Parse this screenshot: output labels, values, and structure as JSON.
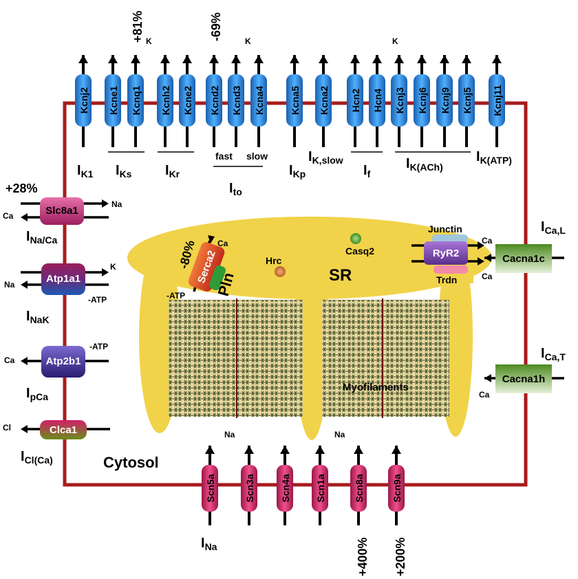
{
  "potassium_channels": [
    "Kcnj2",
    "Kcne1",
    "Kcnq1",
    "Kcnh2",
    "Kcne2",
    "Kcnd2",
    "Kcnd3",
    "Kcna4",
    "Kcna5",
    "Kcna2",
    "Hcn2",
    "Hcn4",
    "Kcnj3",
    "Kcnj6",
    "Kcnj9",
    "Kcnj5",
    "Kcnj11"
  ],
  "sodium_channels": [
    "Scn5a",
    "Scn3a",
    "Scn4a",
    "Scn1a",
    "Scn8a",
    "Scn9a"
  ],
  "top_labels": {
    "k_changes": [
      "+81%",
      "-69%"
    ],
    "k_ion": "K",
    "currents": [
      {
        "main": "I",
        "sub": "K1"
      },
      {
        "main": "I",
        "sub": "Ks"
      },
      {
        "main": "I",
        "sub": "Kr"
      },
      {
        "main": "I",
        "sub": "to"
      },
      {
        "main": "I",
        "sub": "Kp"
      },
      {
        "main": "I",
        "sub": "K,slow"
      },
      {
        "main": "I",
        "sub": "f"
      },
      {
        "main": "I",
        "sub": "K(ACh)"
      },
      {
        "main": "I",
        "sub": "K(ATP)"
      }
    ],
    "ito_fast": "fast",
    "ito_slow": "slow"
  },
  "left": {
    "slc_change": "+28%",
    "slc": "Slc8a1",
    "slc_current": {
      "main": "I",
      "sub": "Na/Ca"
    },
    "atp1": "Atp1a1",
    "atp1_current": {
      "main": "I",
      "sub": "NaK"
    },
    "atp2": "Atp2b1",
    "atp2_current": {
      "main": "I",
      "sub": "pCa"
    },
    "clca": "Clca1",
    "clca_current": {
      "main": "I",
      "sub": "Cl(Ca)"
    },
    "ion_na": "Na",
    "ion_ca": "Ca",
    "ion_k": "K",
    "ion_cl": "Cl",
    "atp": "-ATP"
  },
  "right": {
    "cacna1c": "Cacna1c",
    "cacna1c_current": {
      "main": "I",
      "sub": "Ca,L"
    },
    "cacna1h": "Cacna1h",
    "cacna1h_current": {
      "main": "I",
      "sub": "Ca,T"
    },
    "ion_ca": "Ca"
  },
  "sr": {
    "label": "SR",
    "serca_change": "-80%",
    "serca": "Serca2",
    "pln": "Pln",
    "hrc": "Hrc",
    "casq": "Casq2",
    "ryr": "RyR2",
    "junctin": "Junctin",
    "trdn": "Trdn",
    "ion_ca": "Ca",
    "atp": "-ATP"
  },
  "myofilaments": "Myofilaments",
  "cytosol": "Cytosol",
  "bottom": {
    "na_ion": "Na",
    "changes": [
      "+400%",
      "+200%"
    ],
    "na_current": {
      "main": "I",
      "sub": "Na"
    }
  },
  "colors": {
    "membrane": "#a81c1c",
    "sr_fill": "#f1d34a",
    "k_channel": "#2a8bd8",
    "na_channel": "#cc2763",
    "cacna": "#5f9c2f",
    "slc": "#c33c79",
    "atp1_top": "#8e1d58",
    "atp1_bottom": "#1c58b0",
    "atp2": "#3b2a84",
    "clca_top": "#c8226a",
    "clca_bottom": "#6f8d1c",
    "serca": "#e04a2a",
    "pln": "#2f9a38",
    "ryr": "#7e4aa8"
  }
}
